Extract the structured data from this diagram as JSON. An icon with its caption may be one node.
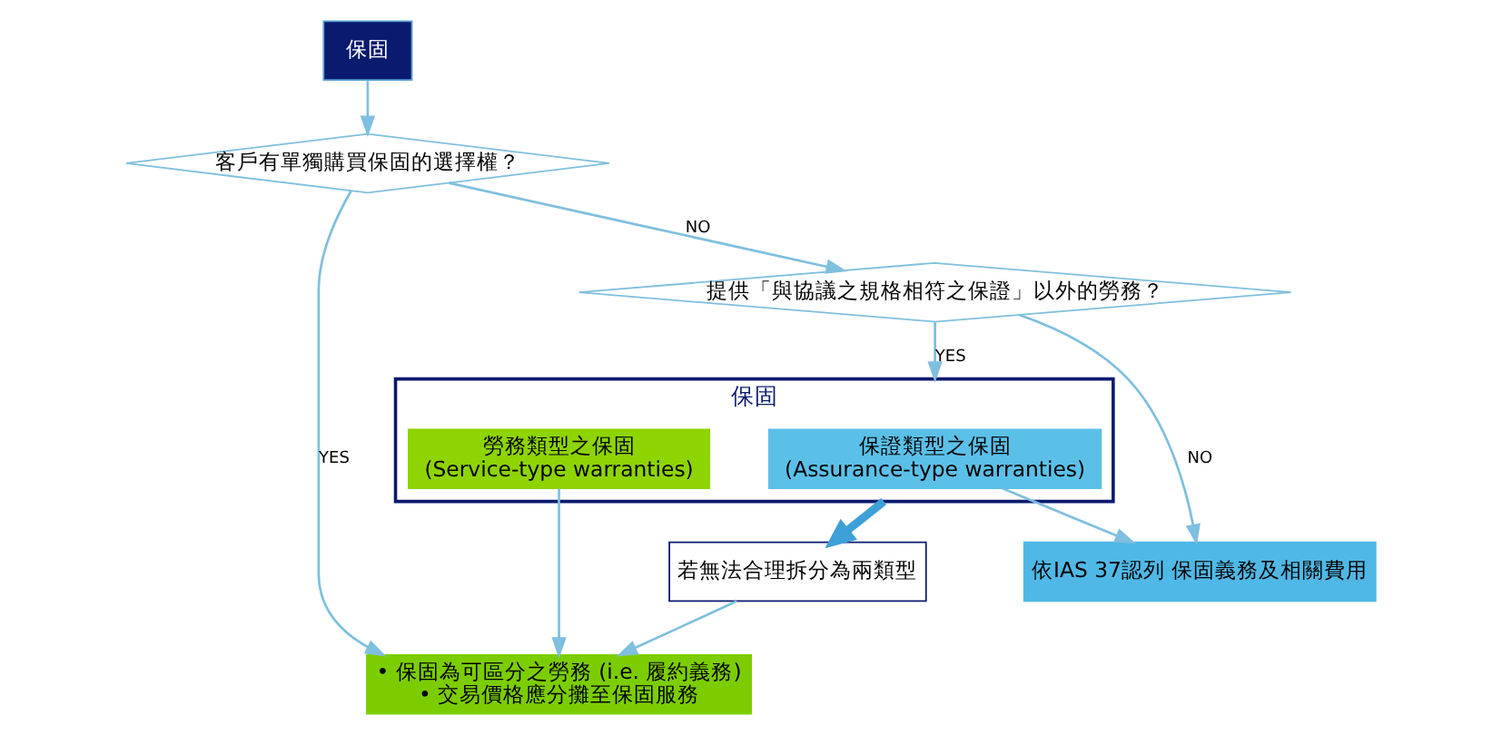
{
  "diagram": {
    "nodes": [
      {
        "text": [
          "保固"
        ]
      },
      {
        "text": [
          "客戶有單獨購買保固的選擇權？"
        ]
      },
      {
        "text": [
          "提供「與協議之規格相符之保證」以外的勞務？"
        ]
      },
      {
        "text": [
          "保固"
        ]
      },
      {
        "text": [
          "保證類型之保固",
          "(Assurance-type warranties)"
        ],
        "in": 3
      },
      {
        "text": [
          "勞務類型之保固",
          "(Service-type warranties)"
        ],
        "in": 3
      },
      {
        "text": [
          "若無法合理拆分為兩類型"
        ]
      },
      {
        "text": [
          "• 保固為可區分之勞務 (i.e. 履約義務)",
          "• 交易價格應分攤至保固服務"
        ]
      },
      {
        "text": [
          "依IAS 37認列 保固義務及相關費用"
        ]
      }
    ],
    "edges": [
      {
        "from": 0,
        "to": 1,
        "arrow": "to"
      },
      {
        "from": 1,
        "to": 2,
        "arrow": "to",
        "label": "NO"
      },
      {
        "from": 1,
        "to": 7,
        "arrow": "to",
        "label": "YES"
      },
      {
        "from": 2,
        "to": 8,
        "arrow": "to",
        "label": "NO"
      },
      {
        "from": 2,
        "to": 3,
        "arrow": "to",
        "label": "YES"
      },
      {
        "from": 4,
        "to": 8,
        "arrow": "to"
      },
      {
        "from": 5,
        "to": 7,
        "arrow": "to"
      },
      {
        "from": 3,
        "to": 6,
        "arrow": "to",
        "style": "thick",
        "color": "#3ea0d8"
      },
      {
        "from": 6,
        "to": 7,
        "arrow": "to"
      }
    ]
  }
}
